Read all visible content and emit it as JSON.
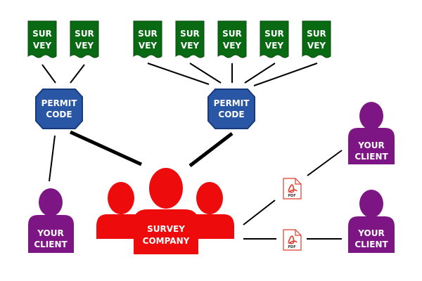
{
  "colors": {
    "survey": "#0a6a14",
    "permit": "#2a56a6",
    "permit_stroke": "#173a7a",
    "client": "#7e1585",
    "company": "#ee0b0b",
    "line": "#000000",
    "pdf": "#e23b2a"
  },
  "survey": {
    "line1": "SUR",
    "line2": "VEY"
  },
  "permit": {
    "line1": "PERMIT",
    "line2": "CODE"
  },
  "client": {
    "line1": "YOUR",
    "line2": "CLIENT"
  },
  "company": {
    "line1": "SURVEY",
    "line2": "COMPANY"
  },
  "pdf": {
    "label": "PDF",
    "icon": "pdf-document-icon"
  }
}
